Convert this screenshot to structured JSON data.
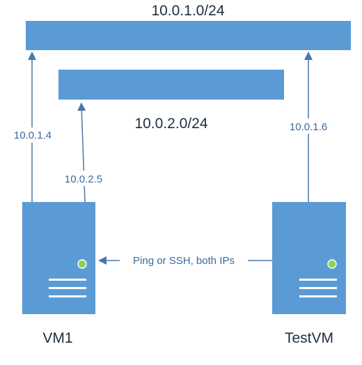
{
  "colors": {
    "box": "#5b9bd5",
    "line": "#4a76a8",
    "led": "#92d050",
    "text_dark": "#1f2d3d",
    "text_label": "#3a6a9c"
  },
  "networks": [
    {
      "cidr": "10.0.1.0/24"
    },
    {
      "cidr": "10.0.2.0/24"
    }
  ],
  "links": [
    {
      "ip": "10.0.1.4"
    },
    {
      "ip": "10.0.2.5"
    },
    {
      "ip": "10.0.1.6"
    }
  ],
  "vms": [
    {
      "name": "VM1"
    },
    {
      "name": "TestVM"
    }
  ],
  "connection": {
    "label": "Ping or SSH, both IPs"
  }
}
